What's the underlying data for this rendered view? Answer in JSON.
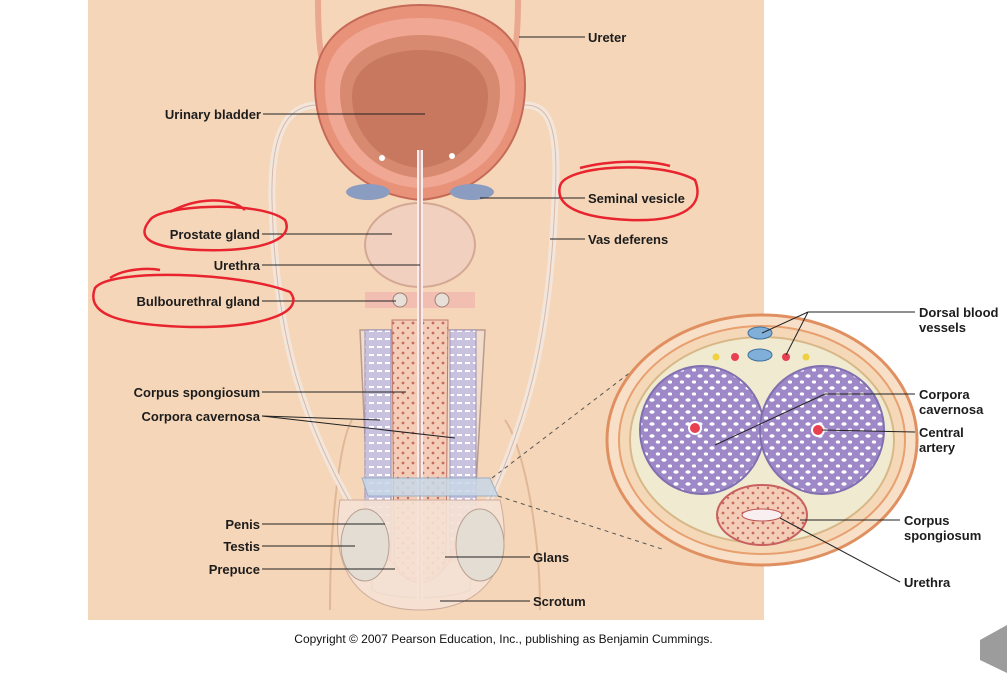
{
  "labels": {
    "ureter": "Ureter",
    "urinary_bladder": "Urinary bladder",
    "seminal_vesicle": "Seminal vesicle",
    "prostate_gland": "Prostate gland",
    "vas_deferens": "Vas deferens",
    "urethra": "Urethra",
    "bulbourethral_gland": "Bulbourethral gland",
    "corpus_spongiosum": "Corpus spongiosum",
    "corpora_cavernosa": "Corpora cavernosa",
    "penis": "Penis",
    "testis": "Testis",
    "prepuce": "Prepuce",
    "glans": "Glans",
    "scrotum": "Scrotum",
    "dorsal_blood_vessels": "Dorsal blood vessels",
    "xs_corpora_cavernosa": "Corpora cavernosa",
    "central_artery": "Central artery",
    "xs_corpus_spongiosum": "Corpus spongiosum",
    "xs_urethra": "Urethra"
  },
  "copyright": "Copyright © 2007 Pearson Education, Inc., publishing as Benjamin Cummings.",
  "colors": {
    "skin": "#f6d6b8",
    "tissue": "#e8927a",
    "annotation_red": "#e8242e",
    "erectile": "#b8a6d8"
  }
}
